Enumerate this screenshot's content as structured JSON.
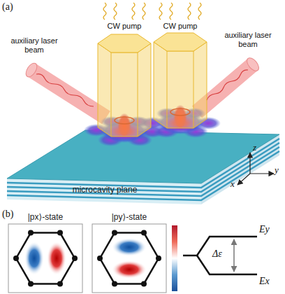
{
  "diagram": {
    "nodes": [
      {
        "text": [
          "microcavity plane"
        ]
      },
      {
        "text": [
          "|px⟩-state"
        ]
      },
      {
        "text": [
          "|py⟩-state"
        ]
      }
    ],
    "labels": [
      "(a)",
      "CW pump",
      "CW pump",
      "auxiliary laser beam",
      "auxiliary laser beam",
      "z",
      "y",
      "x",
      "(b)",
      "Ey",
      "Ex",
      "Δε"
    ]
  }
}
